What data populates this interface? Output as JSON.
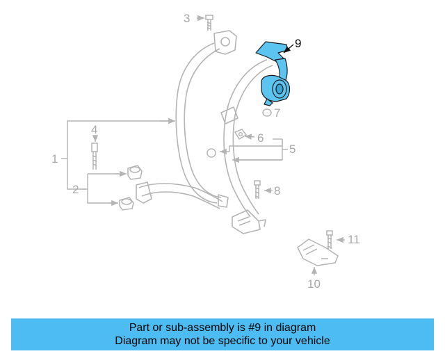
{
  "diagram": {
    "callouts": [
      {
        "id": "3",
        "text": "3",
        "active": false
      },
      {
        "id": "9",
        "text": "9",
        "active": true
      },
      {
        "id": "7",
        "text": "7",
        "active": false
      },
      {
        "id": "4",
        "text": "4",
        "active": false
      },
      {
        "id": "6",
        "text": "6",
        "active": false
      },
      {
        "id": "5",
        "text": "5",
        "active": false
      },
      {
        "id": "1",
        "text": "1",
        "active": false
      },
      {
        "id": "2",
        "text": "2",
        "active": false
      },
      {
        "id": "8",
        "text": "8",
        "active": false
      },
      {
        "id": "11",
        "text": "11",
        "active": false
      },
      {
        "id": "10",
        "text": "10",
        "active": false
      }
    ],
    "colors": {
      "line_gray": "#b4b4b4",
      "highlight_fill": "#5bc4f0",
      "highlight_stroke": "#1a1a1a",
      "banner_bg": "#4cbcf2"
    }
  },
  "banner": {
    "line1": "Part or sub-assembly is #9 in diagram",
    "line2": "Diagram may not be specific to your vehicle"
  }
}
